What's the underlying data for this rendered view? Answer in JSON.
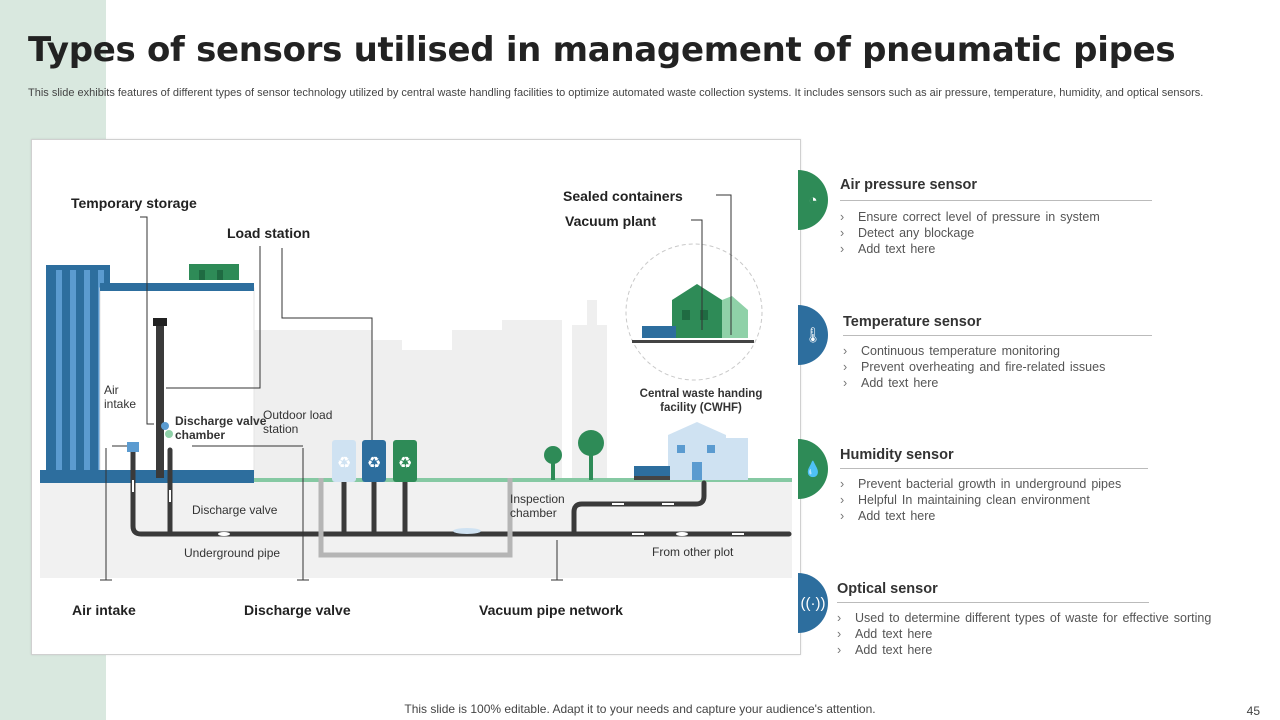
{
  "title": "Types of sensors utilised in management of pneumatic pipes",
  "subtitle": "This slide exhibits features of different types of sensor technology utilized by central waste handling facilities to optimize automated waste collection systems. It includes sensors such as air pressure, temperature, humidity, and optical sensors.",
  "diagram": {
    "temporary_storage": "Temporary storage",
    "load_station": "Load station",
    "sealed_containers": "Sealed containers",
    "vacuum_plant": "Vacuum plant",
    "air_intake_small": "Air intake",
    "discharge_valve_chamber": "Discharge valve chamber",
    "outdoor_load_station": "Outdoor load station",
    "cwhf": "Central waste handing facility (CWHF)",
    "discharge_valve_small": "Discharge valve",
    "underground_pipe": "Underground pipe",
    "inspection_chamber": "Inspection chamber",
    "from_other_plot": "From other plot",
    "air_intake": "Air intake",
    "discharge_valve": "Discharge valve",
    "vacuum_pipe_network": "Vacuum pipe network"
  },
  "sensors": [
    {
      "name": "Air pressure sensor",
      "icon": "gauge-icon",
      "color": "#2e8b57",
      "points": [
        "Ensure correct level of pressure in system",
        "Detect any blockage",
        "Add text here"
      ]
    },
    {
      "name": "Temperature sensor",
      "icon": "thermometer-icon",
      "color": "#2d6e9e",
      "points": [
        "Continuous temperature monitoring",
        "Prevent overheating and fire-related issues",
        "Add text here"
      ]
    },
    {
      "name": "Humidity sensor",
      "icon": "humidity-icon",
      "color": "#2e8b57",
      "points": [
        "Prevent bacterial growth in underground pipes",
        "Helpful In maintaining clean environment",
        "Add text here"
      ]
    },
    {
      "name": "Optical sensor",
      "icon": "signal-icon",
      "color": "#2d6e9e",
      "points": [
        "Used to determine different types of waste for effective sorting",
        "Add text here",
        "Add text here"
      ]
    }
  ],
  "footer": "This slide is 100% editable. Adapt it to your needs and capture your audience's attention.",
  "page_number": "45"
}
